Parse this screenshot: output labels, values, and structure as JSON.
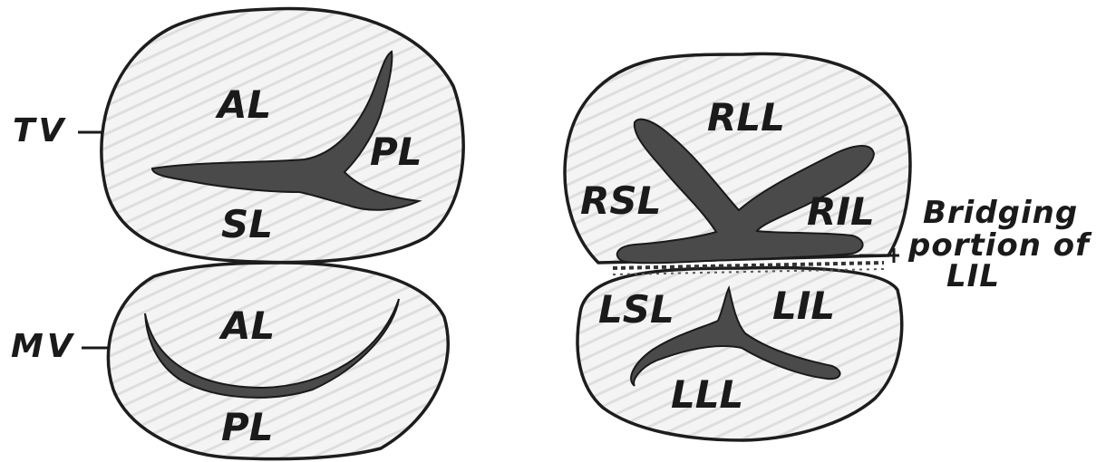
{
  "normal_heart": {
    "tv_label": "TV",
    "mv_label": "MV",
    "tv_leaflets": {
      "anterior": "AL",
      "posterior": "PL",
      "septal": "SL"
    },
    "mv_leaflets": {
      "anterior": "AL",
      "posterior": "PL"
    }
  },
  "av_canal": {
    "right_leaflets": {
      "lateral": "RLL",
      "superior": "RSL",
      "inferior": "RIL"
    },
    "left_leaflets": {
      "superior": "LSL",
      "inferior": "LIL",
      "lateral": "LLL"
    },
    "bridging_note": [
      "Bridging",
      "portion of",
      "LIL"
    ]
  }
}
